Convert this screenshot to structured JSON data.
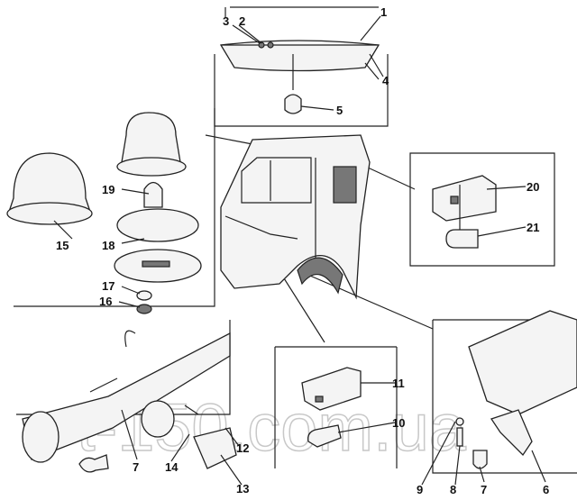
{
  "watermark": "t-150.com.ua",
  "callouts": {
    "c1": "1",
    "c2": "2",
    "c3": "3",
    "c4": "4",
    "c5": "5",
    "c6": "6",
    "c7a": "7",
    "c7b": "7",
    "c8": "8",
    "c9": "9",
    "c10": "10",
    "c11": "11",
    "c12": "12",
    "c13": "13",
    "c14": "14",
    "c15": "15",
    "c16": "16",
    "c17": "17",
    "c18": "18",
    "c19": "19",
    "c20": "20",
    "c21": "21"
  }
}
